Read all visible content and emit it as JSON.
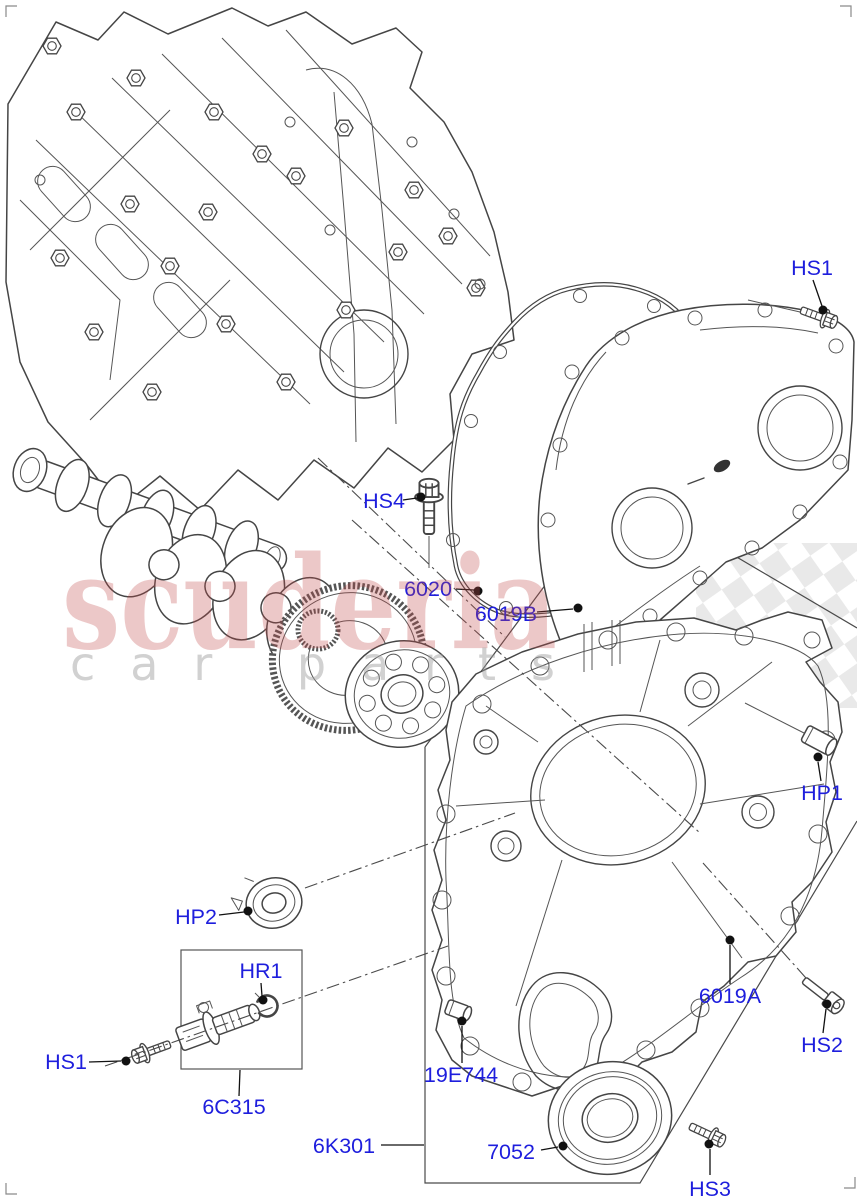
{
  "diagram": {
    "type": "exploded-parts-diagram",
    "subject": "engine timing cover assembly",
    "labels": {
      "hs1_top": "HS1",
      "hs4": "HS4",
      "p6020": "6020",
      "p6019b": "6019B",
      "hp1": "HP1",
      "hp2": "HP2",
      "hr1": "HR1",
      "p6019a": "6019A",
      "hs2": "HS2",
      "hs1_bottom": "HS1",
      "p6c315": "6C315",
      "p19e744": "19E744",
      "p6k301": "6K301",
      "p7052": "7052",
      "hs3": "HS3"
    },
    "watermark": {
      "brand": "scuderia",
      "tagline": "car parts"
    },
    "colors": {
      "label_blue": "#1e1edd",
      "line": "#454545",
      "watermark_red": "#c24b4b",
      "watermark_gray": "#9a9a9a",
      "checker_gray": "#e9e9e9"
    }
  }
}
